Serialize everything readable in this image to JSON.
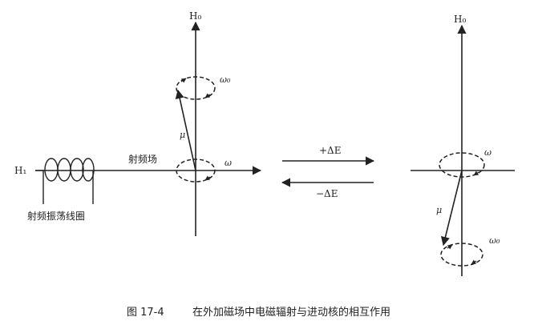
{
  "labels": {
    "h0_left": "H₀",
    "h0_right": "H₀",
    "h1": "H₁",
    "omega0_left": "ω₀",
    "omega_left": "ω",
    "mu_left": "μ",
    "omega_right": "ω",
    "omega0_right": "ω₀",
    "mu_right": "μ",
    "rf_field": "射频场",
    "rf_coil": "射频振荡线圈",
    "plus_de": "+ΔE",
    "minus_de": "−ΔE"
  },
  "caption": {
    "number": "图 17-4",
    "text": "在外加磁场中电磁辐射与进动核的相互作用"
  }
}
